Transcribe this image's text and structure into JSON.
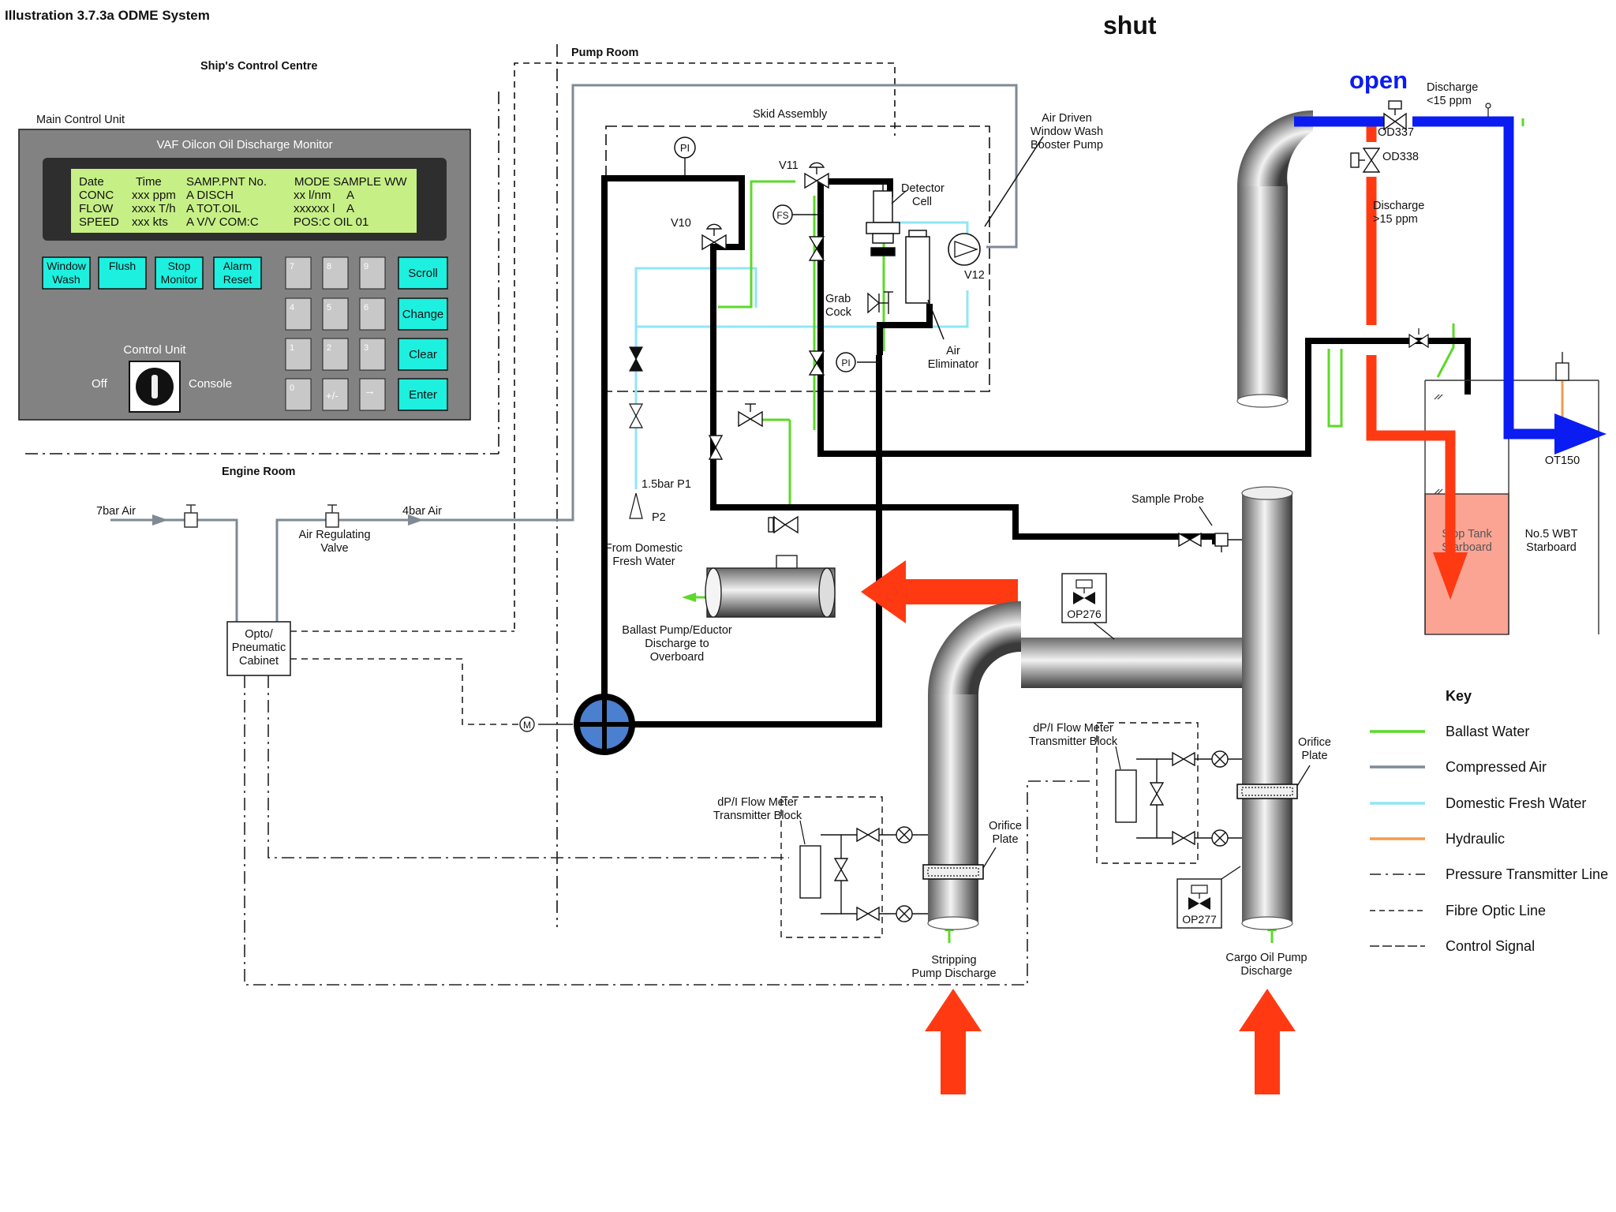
{
  "title": "Illustration 3.7.3a ODME System",
  "state": {
    "shut": "shut",
    "open": "open"
  },
  "areas": {
    "ships_control_centre": "Ship's Control Centre",
    "pump_room": "Pump Room",
    "engine_room": "Engine Room",
    "skid_assembly": "Skid Assembly",
    "main_control_unit": "Main Control Unit"
  },
  "control_unit": {
    "header": "VAF Oilcon Oil Discharge Monitor",
    "lcd_lines": [
      [
        "Date",
        "Time",
        "SAMP.PNT No.",
        "MODE SAMPLE WW"
      ],
      [
        "CONC",
        "xxx ppm",
        "A DISCH",
        "xx l/nm",
        "A"
      ],
      [
        "FLOW",
        "xxxx T/h",
        "A TOT.OIL",
        "xxxxxx l",
        "A"
      ],
      [
        "SPEED",
        "xxx kts",
        "A V/V COM:C",
        "POS:C OIL 01"
      ]
    ],
    "buttons": [
      [
        "Window",
        "Wash"
      ],
      [
        "Flush"
      ],
      [
        "Stop",
        "Monitor"
      ],
      [
        "Alarm",
        "Reset"
      ]
    ],
    "keypad": [
      "7",
      "8",
      "9",
      "4",
      "5",
      "6",
      "1",
      "2",
      "3",
      "0",
      "+/-",
      "→"
    ],
    "side_buttons": [
      "Scroll",
      "Change",
      "Clear",
      "Enter"
    ],
    "control_unit_label": "Control Unit",
    "off_label": "Off",
    "console_label": "Console"
  },
  "labels": {
    "pi_1": "PI",
    "pi_2": "PI",
    "fs": "FS",
    "v10": "V10",
    "v11": "V11",
    "v12": "V12",
    "detector_cell": [
      "Detector",
      "Cell"
    ],
    "air_driven_pump": [
      "Air Driven",
      "Window Wash",
      "Booster Pump"
    ],
    "grab_cock": [
      "Grab",
      "Cock"
    ],
    "air_eliminator": [
      "Air",
      "Eliminator"
    ],
    "p1": "1.5bar P1",
    "p2": "P2",
    "from_fresh_water": [
      "From Domestic",
      "Fresh Water"
    ],
    "ballast_pump": [
      "Ballast Pump/Eductor",
      "Discharge to",
      "Overboard"
    ],
    "air_7bar": "7bar Air",
    "air_4bar": "4bar Air",
    "air_regulating_valve": [
      "Air Regulating",
      "Valve"
    ],
    "opto_cabinet": [
      "Opto/",
      "Pneumatic",
      "Cabinet"
    ],
    "motor": "M",
    "sample_probe": "Sample Probe",
    "op276": "OP276",
    "op277": "OP277",
    "flowmeter_left": [
      "dP/I Flow Meter",
      "Transmitter Block"
    ],
    "flowmeter_right": [
      "dP/I Flow Meter",
      "Transmitter Block"
    ],
    "orifice_left": [
      "Orifice",
      "Plate"
    ],
    "orifice_right": [
      "Orifice",
      "Plate"
    ],
    "stripping_pump": [
      "Stripping",
      "Pump Discharge"
    ],
    "cargo_pump": [
      "Cargo Oil Pump",
      "Discharge"
    ],
    "od337": "OD337",
    "od338": "OD338",
    "discharge_lt15": [
      "Discharge",
      "<15 ppm"
    ],
    "discharge_gt15": [
      "Discharge",
      ">15 ppm"
    ],
    "slop_tank": [
      "Slop Tank",
      "Starboard"
    ],
    "wbt": [
      "No.5 WBT",
      "Starboard"
    ],
    "ot150": "OT150"
  },
  "key": {
    "title": "Key",
    "items": [
      {
        "label": "Ballast Water",
        "color": "#5cd92a",
        "style": "solid"
      },
      {
        "label": "Compressed Air",
        "color": "#7f8a94",
        "style": "solid"
      },
      {
        "label": "Domestic Fresh Water",
        "color": "#8fe6f5",
        "style": "solid"
      },
      {
        "label": "Hydraulic",
        "color": "#f39b4d",
        "style": "solid"
      },
      {
        "label": "Pressure Transmitter Line",
        "color": "#222222",
        "style": "dashdot"
      },
      {
        "label": "Fibre Optic Line",
        "color": "#222222",
        "style": "dash"
      },
      {
        "label": "Control Signal",
        "color": "#222222",
        "style": "longdash"
      }
    ]
  },
  "colors": {
    "sample_line": "#000000",
    "discharge_open": "#0a1cf2",
    "discharge_shut": "#ff3a12",
    "flow_arrow": "#ff3a12",
    "panel": "#808080",
    "lcd": "#c6ef86",
    "button": "#1ef0e0"
  }
}
